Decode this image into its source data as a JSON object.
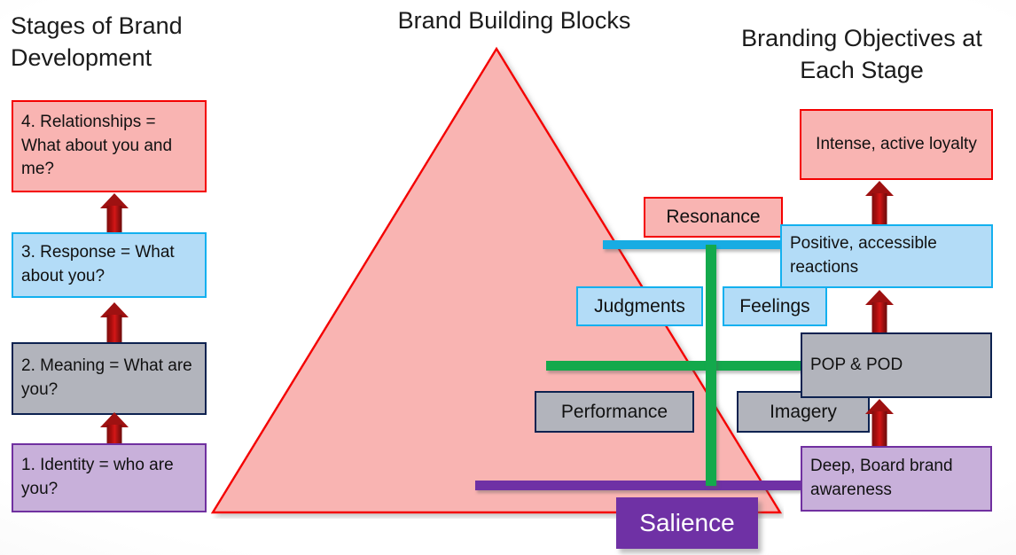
{
  "titles": {
    "left": "Stages of Brand Development",
    "center": "Brand Building Blocks",
    "right": "Branding Objectives at Each Stage"
  },
  "colors": {
    "red_fill": "#f9b4b2",
    "red_border": "#f40000",
    "blue_fill": "#b3dcf7",
    "blue_border": "#13b0ef",
    "gray_fill": "#b2b4bc",
    "gray_border": "#0d2250",
    "purple_fill": "#c8b0da",
    "purple_border": "#7030a0",
    "purple_solid": "#6f31a5",
    "green_bar": "#13a94c",
    "cyan_bar": "#18ace3",
    "arrow_red": "#9e1111"
  },
  "stages": [
    {
      "id": "stage-4",
      "number": "4",
      "label": "4. Relationships = What about you and me?",
      "theme": "red"
    },
    {
      "id": "stage-3",
      "number": "3",
      "label": "3. Response = What about you?",
      "theme": "blue"
    },
    {
      "id": "stage-2",
      "number": "2",
      "label": "2. Meaning = What are you?",
      "theme": "gray"
    },
    {
      "id": "stage-1",
      "number": "1",
      "label": "1. Identity = who are you?",
      "theme": "purple"
    }
  ],
  "objectives": [
    {
      "id": "obj-4",
      "label": "Intense, active loyalty",
      "theme": "red"
    },
    {
      "id": "obj-3",
      "label": "Positive, accessible reactions",
      "theme": "blue"
    },
    {
      "id": "obj-2",
      "label": "POP & POD",
      "theme": "gray"
    },
    {
      "id": "obj-1",
      "label": "Deep, Board brand awareness",
      "theme": "purple"
    }
  ],
  "pyramid": {
    "blocks": [
      {
        "id": "box-resonance",
        "label": "Resonance",
        "level": 4,
        "theme": "red"
      },
      {
        "id": "box-judgments",
        "label": "Judgments",
        "level": 3,
        "theme": "blue"
      },
      {
        "id": "box-feelings",
        "label": "Feelings",
        "level": 3,
        "theme": "blue"
      },
      {
        "id": "box-performance",
        "label": "Performance",
        "level": 2,
        "theme": "gray"
      },
      {
        "id": "box-imagery",
        "label": "Imagery",
        "level": 2,
        "theme": "gray"
      },
      {
        "id": "box-salience",
        "label": "Salience",
        "level": 1,
        "theme": "purple-solid"
      }
    ],
    "dividers": [
      {
        "id": "div-cyan",
        "color": "#18ace3",
        "orientation": "horizontal"
      },
      {
        "id": "div-green",
        "color": "#13a94c",
        "orientation": "horizontal"
      },
      {
        "id": "div-purple",
        "color": "#6f31a5",
        "orientation": "horizontal"
      },
      {
        "id": "div-vert",
        "color": "#13a94c",
        "orientation": "vertical"
      }
    ]
  },
  "arrows": [
    {
      "id": "arrow-l3",
      "direction": "up",
      "column": "left"
    },
    {
      "id": "arrow-l2",
      "direction": "up",
      "column": "left"
    },
    {
      "id": "arrow-l1",
      "direction": "up",
      "column": "left"
    },
    {
      "id": "arrow-r3",
      "direction": "up",
      "column": "right"
    },
    {
      "id": "arrow-r2",
      "direction": "up",
      "column": "right"
    },
    {
      "id": "arrow-r1",
      "direction": "up",
      "column": "right"
    }
  ]
}
